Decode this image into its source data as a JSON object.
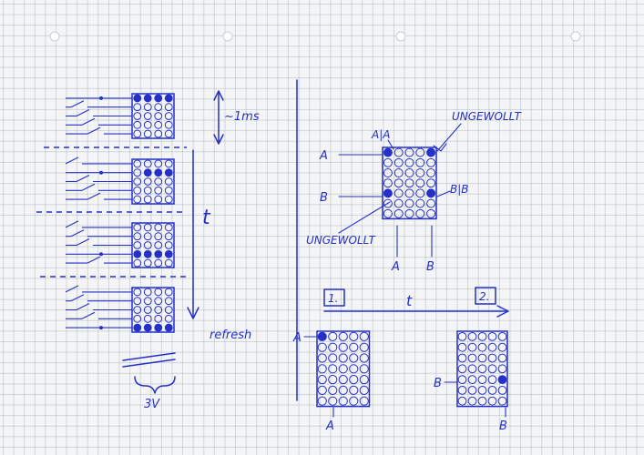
{
  "colors": {
    "ink": "#2530c8",
    "paper": "#f4f5f6"
  },
  "left": {
    "time_label": "t",
    "period_label": "~1ms",
    "refresh_label": "refresh",
    "supply_label": "3V"
  },
  "right": {
    "top": {
      "label_aa": "A|A",
      "label_bb": "B|B",
      "unwanted_top": "UNGEWOLLT",
      "unwanted_bottom": "UNGEWOLLT",
      "row_a": "A",
      "row_b": "B",
      "col_a": "A",
      "col_b": "B"
    },
    "timeline": {
      "step1": "1.",
      "step2": "2.",
      "t": "t"
    },
    "bottom": {
      "m1_row": "A",
      "m1_col": "A",
      "m2_row": "B",
      "m2_col": "B"
    }
  },
  "matrices": [
    {
      "id": "frame-1",
      "cols": 4,
      "rows": 5,
      "lit": [
        [
          0,
          0
        ],
        [
          1,
          0
        ],
        [
          2,
          0
        ],
        [
          3,
          0
        ]
      ]
    },
    {
      "id": "frame-2",
      "cols": 4,
      "rows": 5,
      "lit": [
        [
          1,
          1
        ],
        [
          2,
          1
        ],
        [
          3,
          1
        ]
      ]
    },
    {
      "id": "frame-3",
      "cols": 4,
      "rows": 5,
      "lit": [
        [
          0,
          3
        ],
        [
          1,
          3
        ],
        [
          2,
          3
        ],
        [
          3,
          3
        ]
      ]
    },
    {
      "id": "frame-4",
      "cols": 4,
      "rows": 5,
      "lit": [
        [
          0,
          4
        ],
        [
          1,
          4
        ],
        [
          2,
          4
        ],
        [
          3,
          4
        ]
      ]
    },
    {
      "id": "ghost-matrix",
      "cols": 5,
      "rows": 7,
      "lit": [
        [
          0,
          0
        ],
        [
          4,
          0
        ],
        [
          0,
          4
        ],
        [
          4,
          4
        ]
      ]
    },
    {
      "id": "step1-matrix",
      "cols": 5,
      "rows": 7,
      "lit": [
        [
          0,
          0
        ]
      ]
    },
    {
      "id": "step2-matrix",
      "cols": 5,
      "rows": 7,
      "lit": [
        [
          4,
          4
        ]
      ]
    }
  ]
}
